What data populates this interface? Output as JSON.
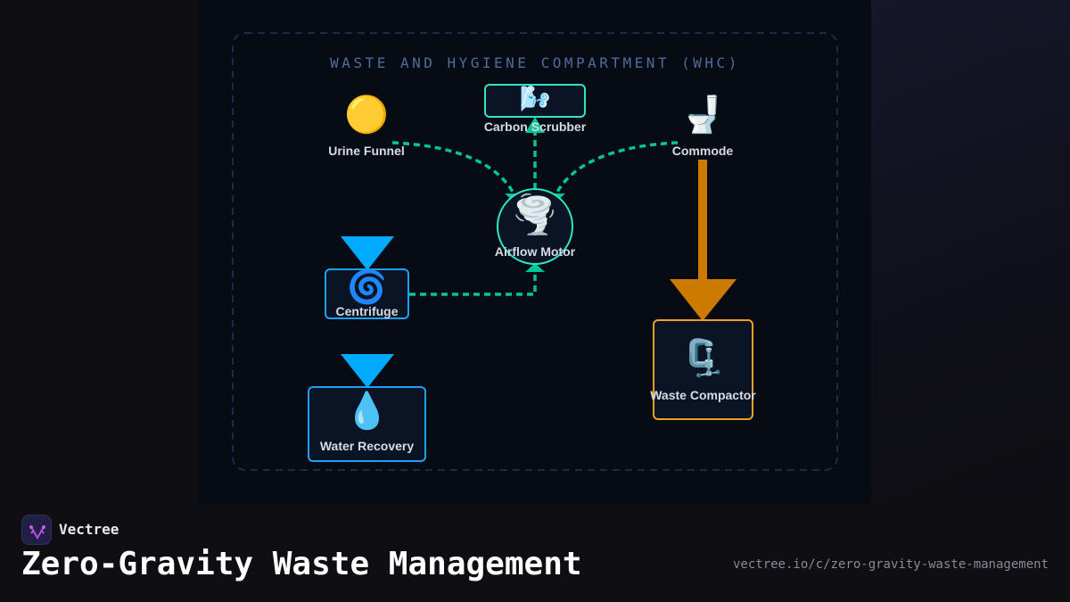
{
  "diagram": {
    "title": "WASTE AND HYGIENE COMPARTMENT (WHC)",
    "nodes": {
      "urine_funnel": {
        "label": "Urine Funnel",
        "icon": "yellow-circle-icon",
        "emoji": "🟡"
      },
      "carbon_scrubber": {
        "label": "Carbon Scrubber",
        "icon": "wind-face-icon",
        "emoji": "🌬️"
      },
      "commode": {
        "label": "Commode",
        "icon": "toilet-icon",
        "emoji": "🚽"
      },
      "airflow_motor": {
        "label": "Airflow Motor",
        "icon": "tornado-icon",
        "emoji": "🌪️"
      },
      "centrifuge": {
        "label": "Centrifuge",
        "icon": "cyclone-icon",
        "emoji": "🌀"
      },
      "water_recovery": {
        "label": "Water Recovery",
        "icon": "droplet-icon",
        "emoji": "💧"
      },
      "waste_compactor": {
        "label": "Waste Compactor",
        "icon": "clamp-icon",
        "emoji": "🗜️"
      }
    },
    "edges": [
      {
        "from": "Urine Funnel",
        "to": "Airflow Motor",
        "style": "dashed"
      },
      {
        "from": "Commode",
        "to": "Airflow Motor",
        "style": "dashed"
      },
      {
        "from": "Airflow Motor",
        "to": "Carbon Scrubber",
        "style": "dashed"
      },
      {
        "from": "Centrifuge",
        "to": "Airflow Motor",
        "style": "dashed"
      },
      {
        "from": "Centrifuge",
        "to": "Water Recovery",
        "style": "solid"
      },
      {
        "from": "Commode",
        "to": "Waste Compactor",
        "style": "solid"
      }
    ],
    "colors": {
      "air": "#00c49a",
      "water": "#00aaff",
      "solid_waste": "#cc7a00",
      "compactor_border": "#f0a020",
      "scrubber_border": "#2ee6c0",
      "centrifuge_border": "#1ea0ff"
    }
  },
  "footer": {
    "brand": "Vectree",
    "title": "Zero-Gravity Waste Management",
    "url": "vectree.io/c/zero-gravity-waste-management"
  }
}
